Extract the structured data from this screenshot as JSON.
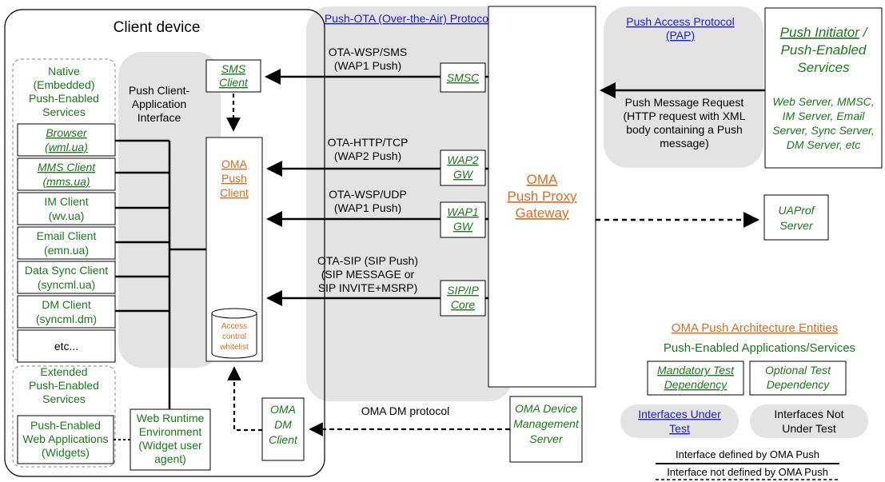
{
  "client_device": {
    "title": "Client device",
    "native_group": [
      "Native",
      "(Embedded)",
      "Push-Enabled",
      "Services"
    ],
    "apps": [
      {
        "line1": "Browser",
        "line2": "(wml.ua)",
        "style": "mandatory"
      },
      {
        "line1": "MMS Client",
        "line2": "(mms.ua)",
        "style": "mandatory"
      },
      {
        "line1": "IM Client",
        "line2": "(wv.ua)",
        "style": "optional"
      },
      {
        "line1": "Email Client",
        "line2": "(emn.ua)",
        "style": "optional"
      },
      {
        "line1": "Data Sync Client",
        "line2": "(syncml.ua)",
        "style": "optional"
      },
      {
        "line1": "DM Client",
        "line2": "(syncml.dm)",
        "style": "optional"
      },
      {
        "line1": "etc...",
        "line2": "",
        "style": "plain"
      }
    ],
    "extended_group": [
      "Extended",
      "Push-Enabled",
      "Services"
    ],
    "web_apps": [
      "Push-Enabled",
      "Web Applications",
      "(Widgets)"
    ],
    "web_runtime": [
      "Web Runtime",
      "Environment",
      "(Widget user",
      "agent)"
    ],
    "pcai_label": [
      "Push Client-",
      "Application",
      "Interface"
    ],
    "sms_client": [
      "SMS",
      "Client"
    ],
    "oma_push_client": [
      "OMA",
      "Push",
      "Client"
    ],
    "access_control": [
      "Access",
      "control",
      "whitelist"
    ],
    "oma_dm_client": [
      "OMA",
      "DM",
      "Client"
    ]
  },
  "ota": {
    "title": "Push-OTA (Over-the-Air) Protocol",
    "links": [
      {
        "lines": [
          "OTA-WSP/SMS",
          "(WAP1 Push)"
        ]
      },
      {
        "lines": [
          "OTA-HTTP/TCP",
          "(WAP2 Push)"
        ]
      },
      {
        "lines": [
          "OTA-WSP/UDP",
          "(WAP1 Push)"
        ]
      },
      {
        "lines": [
          "OTA-SIP (SIP Push)",
          "(SIP MESSAGE or",
          "SIP INVITE+MSRP)"
        ]
      }
    ],
    "gateways": [
      {
        "lines": [
          "SMSC"
        ]
      },
      {
        "lines": [
          "WAP2",
          "GW"
        ]
      },
      {
        "lines": [
          "WAP1",
          "GW"
        ]
      },
      {
        "lines": [
          "SIP/IP",
          "Core"
        ]
      }
    ],
    "dm_protocol": "OMA DM protocol"
  },
  "ppg": [
    "OMA",
    "Push Proxy",
    "Gateway"
  ],
  "pap": {
    "title": [
      "Push Access Protocol",
      "(PAP)"
    ],
    "request": [
      "Push Message Request",
      "(HTTP request with XML",
      "body containing a Push",
      "message)"
    ]
  },
  "push_initiator": {
    "title_part1": "Push Initiator",
    "title_part2": " /",
    "title_line2": "Push-Enabled",
    "title_line3": "Services",
    "servers": [
      "Web Server, MMSC,",
      "IM Server, Email",
      "Server, Sync Server,",
      "DM Server, etc"
    ]
  },
  "uaprof": [
    "UAProf",
    "Server"
  ],
  "oma_dm_server": [
    "OMA Device",
    "Management",
    "Server"
  ],
  "legend": {
    "entities": "OMA Push Architecture Entities",
    "apps": "Push-Enabled Applications/Services",
    "mandatory": [
      "Mandatory Test",
      "Dependency"
    ],
    "optional": [
      "Optional Test",
      "Dependency"
    ],
    "iut": [
      "Interfaces Under",
      "Test"
    ],
    "inut": [
      "Interfaces Not",
      "Under Test"
    ],
    "defined": "Interface defined by OMA Push",
    "not_defined": "Interface not defined by OMA Push"
  },
  "colors": {
    "green": "#1a7a1a",
    "orange": "#e06d1e",
    "blue": "#1a1ae0",
    "shade": "#e3e3e3"
  }
}
